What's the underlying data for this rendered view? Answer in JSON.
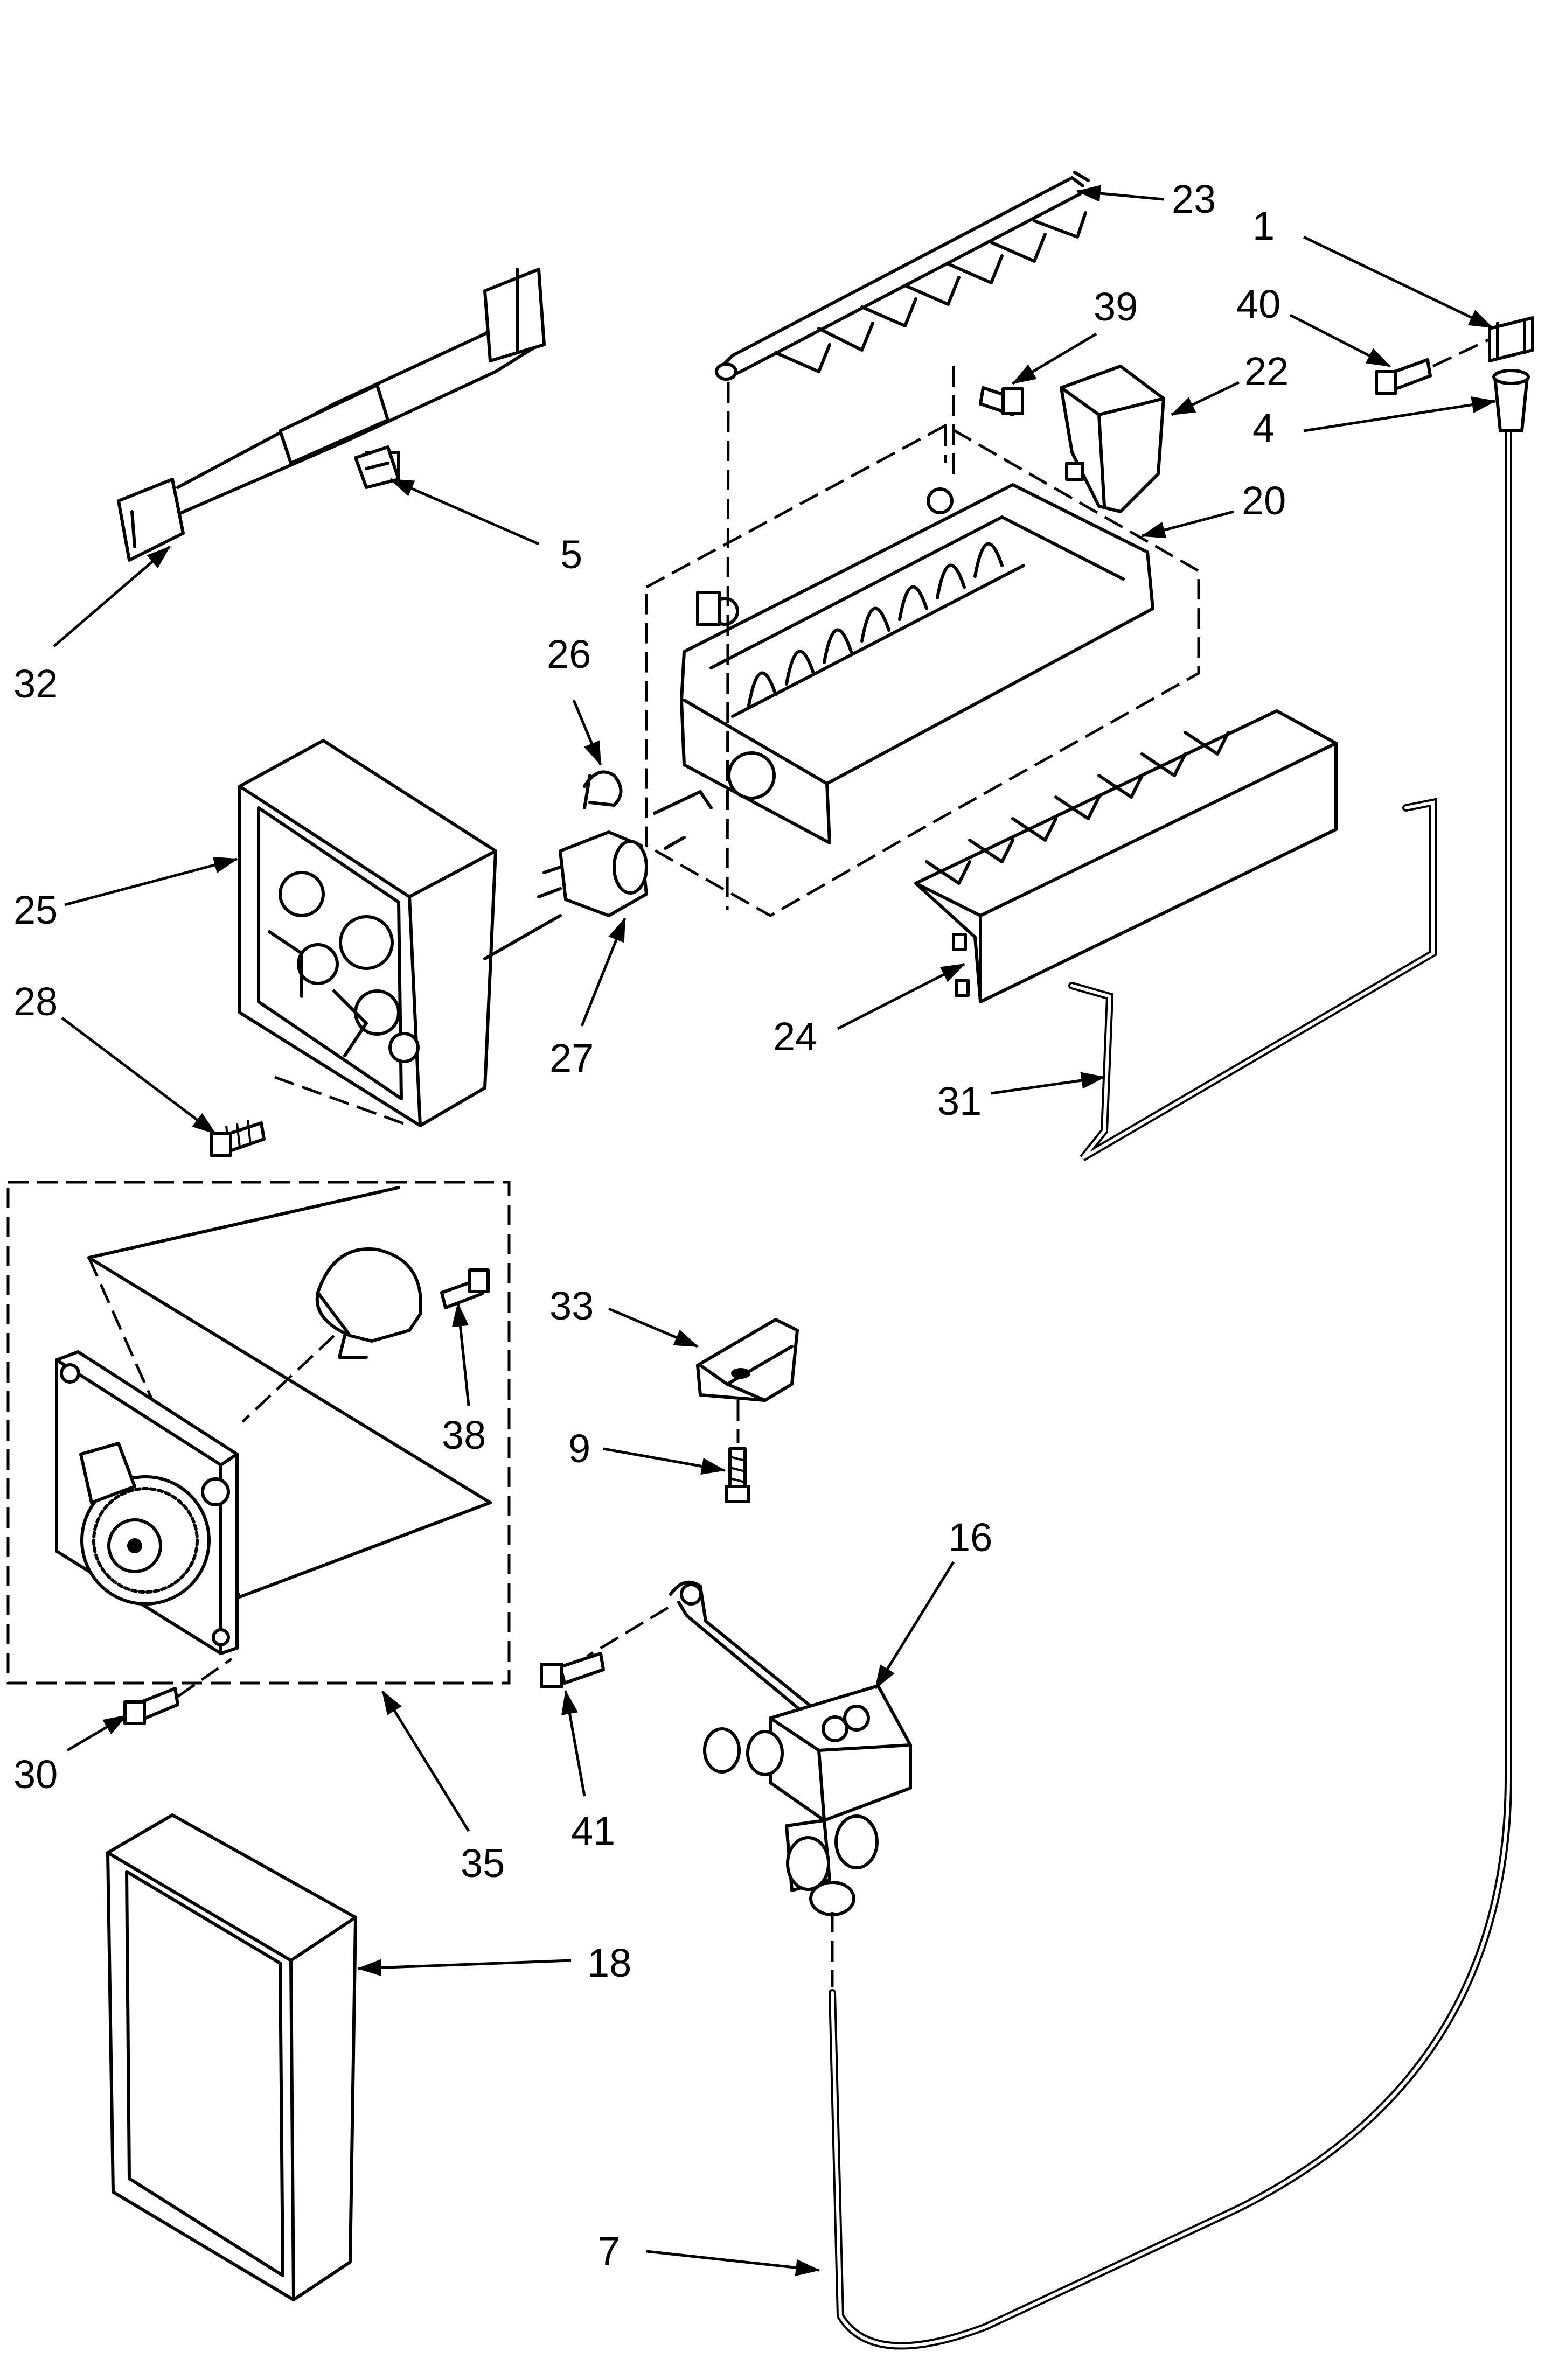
{
  "diagram": {
    "callouts": [
      {
        "id": "23",
        "text": "23"
      },
      {
        "id": "1",
        "text": "1"
      },
      {
        "id": "39",
        "text": "39"
      },
      {
        "id": "40",
        "text": "40"
      },
      {
        "id": "22",
        "text": "22"
      },
      {
        "id": "4",
        "text": "4"
      },
      {
        "id": "20",
        "text": "20"
      },
      {
        "id": "5",
        "text": "5"
      },
      {
        "id": "32",
        "text": "32"
      },
      {
        "id": "26",
        "text": "26"
      },
      {
        "id": "25",
        "text": "25"
      },
      {
        "id": "28",
        "text": "28"
      },
      {
        "id": "27",
        "text": "27"
      },
      {
        "id": "24",
        "text": "24"
      },
      {
        "id": "31",
        "text": "31"
      },
      {
        "id": "33",
        "text": "33"
      },
      {
        "id": "38",
        "text": "38"
      },
      {
        "id": "9",
        "text": "9"
      },
      {
        "id": "16",
        "text": "16"
      },
      {
        "id": "30",
        "text": "30"
      },
      {
        "id": "35",
        "text": "35"
      },
      {
        "id": "41",
        "text": "41"
      },
      {
        "id": "18",
        "text": "18"
      },
      {
        "id": "7",
        "text": "7"
      }
    ]
  }
}
